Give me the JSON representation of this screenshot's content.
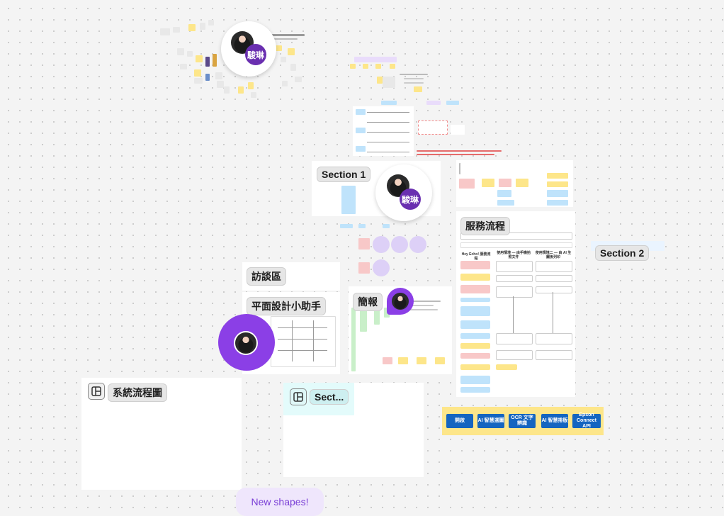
{
  "canvas": {
    "sections": {
      "section1": "Section 1",
      "section2": "Section 2",
      "interview": "訪談區",
      "designer": "平面設計小助手",
      "briefing": "簡報",
      "service_flow": "服務流程",
      "system_flow": "系統流程圖",
      "sect_trunc": "Sect..."
    },
    "collaborators": {
      "user_a": "駿琳",
      "user_b": "駿琳"
    },
    "service_flow_columns": {
      "col1": "Hey Echo! 服務流程",
      "col2": "使用情境 — 由手機拍照文件",
      "col3": "使用情境二 — 由 AI 生圖後列印"
    },
    "flow_buttons": [
      "開啟",
      "AI 智慧選圖",
      "OCR 文字辨識",
      "AI 智慧排版",
      "Epson Connect API"
    ],
    "toast": "New shapes!"
  },
  "colors": {
    "purple": "#8b3fe6",
    "badge": "#6a2fb0",
    "blue_btn": "#1565c0",
    "sticky_yellow": "#fde68a",
    "sticky_blue": "#bfe3fb",
    "sticky_pink": "#f8c8c8",
    "lavender": "#ddd0f7"
  }
}
